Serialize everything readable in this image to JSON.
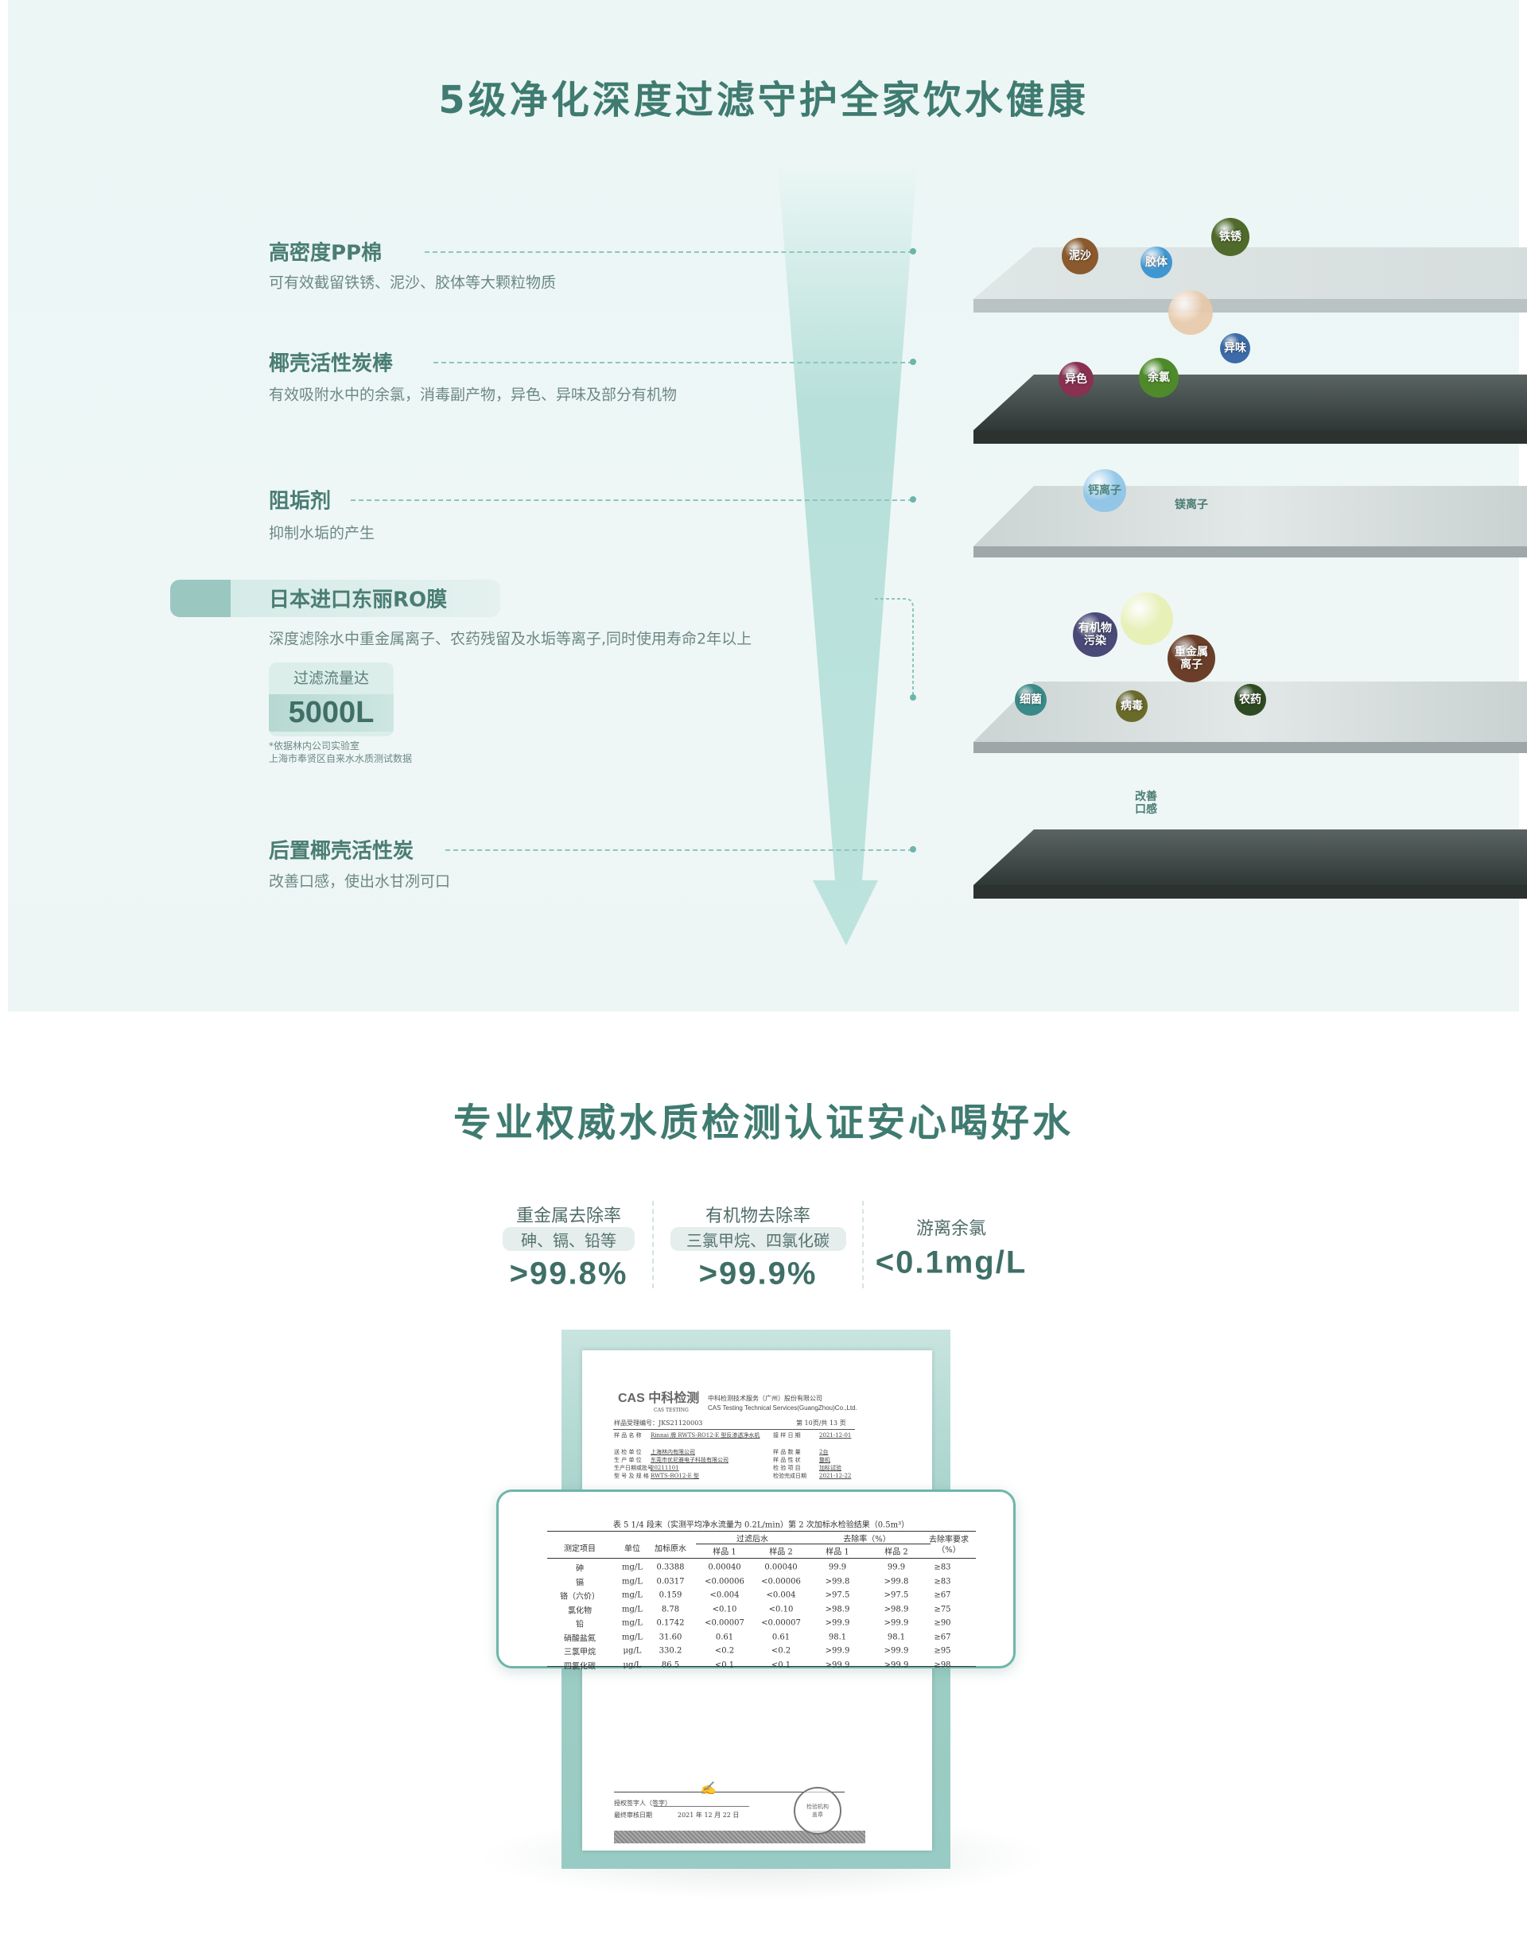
{
  "section1": {
    "title": "5级净化深度过滤守护全家饮水健康",
    "filters": [
      {
        "name": "高密度PP棉",
        "desc": "可有效截留铁锈、泥沙、胶体等大颗粒物质"
      },
      {
        "name": "椰壳活性炭棒",
        "desc": "有效吸附水中的余氯，消毒副产物，异色、异味及部分有机物"
      },
      {
        "name": "阻垢剂",
        "desc": "抑制水垢的产生"
      },
      {
        "name": "日本进口东丽RO膜",
        "desc": "深度滤除水中重金属离子、农药残留及水垢等离子,同时使用寿命2年以上"
      },
      {
        "name": "后置椰壳活性炭",
        "desc": "改善口感，使出水甘冽可口"
      }
    ],
    "flow": {
      "label": "过滤流量达",
      "value": "5000L",
      "note1": "*依据林内公司实验室",
      "note2": "上海市奉贤区自来水水质测试数据"
    },
    "particles": [
      {
        "label": "泥沙",
        "color": "#8a5a2e"
      },
      {
        "label": "胶体",
        "color": "#2f8fd0"
      },
      {
        "label": "铁锈",
        "color": "#4f6a2a"
      },
      {
        "label": "",
        "color": "#e8c8a8"
      },
      {
        "label": "异味",
        "color": "#3d6aa8"
      },
      {
        "label": "异色",
        "color": "#8a3050"
      },
      {
        "label": "余氯",
        "color": "#4f8a2a"
      },
      {
        "label": "钙离子",
        "color": "#8cc4e8"
      },
      {
        "label": "",
        "color": "#e6efb0"
      },
      {
        "label": "有机物\n污染",
        "color": "#4a4a78"
      },
      {
        "label": "重金属\n离子",
        "color": "#6a3e28"
      },
      {
        "label": "细菌",
        "color": "#3a8a88"
      },
      {
        "label": "病毒",
        "color": "#6a6a2a"
      },
      {
        "label": "农药",
        "color": "#2e4a22"
      }
    ],
    "labels": [
      {
        "text": "镁离子"
      },
      {
        "text": "改善\n口感"
      }
    ]
  },
  "section2": {
    "title": "专业权威水质检测认证安心喝好水",
    "stats": [
      {
        "label": "重金属去除率",
        "pill": "砷、镉、铅等",
        "value": ">99.8%"
      },
      {
        "label": "有机物去除率",
        "pill": "三氯甲烷、四氯化碳",
        "value": ">99.9%"
      },
      {
        "label": "游离余氯",
        "value": "<0.1mg/L"
      }
    ]
  },
  "certificate": {
    "logo": "CAS 中科检测",
    "logo_sub": "CAS TESTING",
    "company_cn": "中科检测技术服务（广州）股份有限公司",
    "company_en": "CAS Testing Technical Services(GuangZhou)Co.,Ltd.",
    "sample_no": "样品受理编号：JKS21120003",
    "page": "第 10页/共 13 页",
    "fields": [
      [
        "样 品 名 称",
        "Rinnai 牌 RWTS-RO12-E 型反渗透净水机",
        "接 样 日 期",
        "2021-12-01"
      ],
      [
        "送 检 单 位",
        "上海林内有限公司",
        "样 品 数 量",
        "2台"
      ],
      [
        "生 产 单 位",
        "东莞市优尼雅电子科技有限公司",
        "样 品 性 状",
        "整机"
      ],
      [
        "生产日期或批号",
        "20211101",
        "检 验 项 目",
        "加标试验"
      ],
      [
        "型 号 及 规 格",
        "RWTS-RO12-E 型",
        "检验完成日期",
        "2021-12-22"
      ]
    ],
    "table_caption": "表 5  1/4 段末（实测平均净水流量为 0.2L/min）第 2 次加标水检验结果（0.5m³）",
    "headers": [
      "测定项目",
      "单位",
      "加标原水",
      "过滤后水",
      "去除率（%）",
      "去除率要求（%）"
    ],
    "subheaders": [
      "样品 1",
      "样品 2",
      "样品 1",
      "样品 2"
    ],
    "rows": [
      [
        "砷",
        "mg/L",
        "0.3388",
        "0.00040",
        "0.00040",
        "99.9",
        "99.9",
        "≥83"
      ],
      [
        "镉",
        "mg/L",
        "0.0317",
        "<0.00006",
        "<0.00006",
        ">99.8",
        ">99.8",
        "≥83"
      ],
      [
        "铬（六价）",
        "mg/L",
        "0.159",
        "<0.004",
        "<0.004",
        ">97.5",
        ">97.5",
        "≥67"
      ],
      [
        "氯化物",
        "mg/L",
        "8.78",
        "<0.10",
        "<0.10",
        ">98.9",
        ">98.9",
        "≥75"
      ],
      [
        "铅",
        "mg/L",
        "0.1742",
        "<0.00007",
        "<0.00007",
        ">99.9",
        ">99.9",
        "≥90"
      ],
      [
        "硝酸盐氮",
        "mg/L",
        "31.60",
        "0.61",
        "0.61",
        "98.1",
        "98.1",
        "≥67"
      ],
      [
        "三氯甲烷",
        "μg/L",
        "330.2",
        "<0.2",
        "<0.2",
        ">99.9",
        ">99.9",
        "≥95"
      ],
      [
        "四氯化碳",
        "μg/L",
        "86.5",
        "<0.1",
        "<0.1",
        ">99.9",
        ">99.9",
        "≥98"
      ]
    ],
    "signer_label": "授权签字人（签字）",
    "date_label": "最终审核日期",
    "date_value": "2021 年 12 月 22 日",
    "stamp": "检验机构 盖章"
  },
  "colors": {
    "accent": "#3f7b70",
    "frame": "#9fcfc7",
    "border": "#6fb5aa"
  }
}
